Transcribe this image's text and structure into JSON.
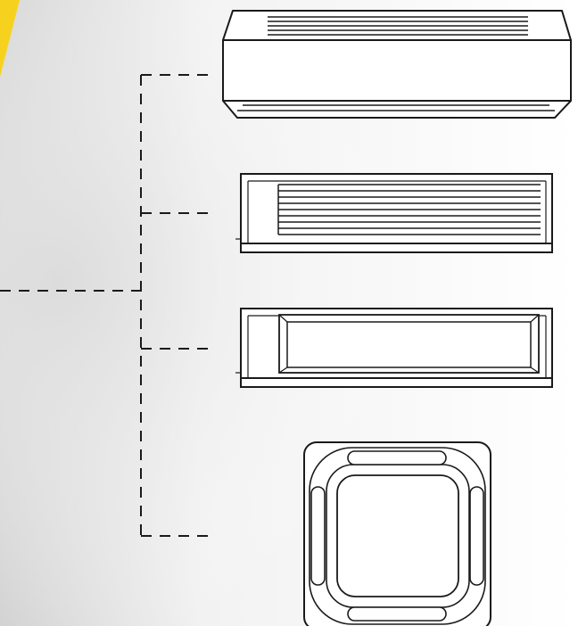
{
  "diagram": {
    "connector_style": "dashed",
    "units": [
      {
        "id": "wall-mounted",
        "icon": "wall-mounted-ac-unit-icon"
      },
      {
        "id": "ducted-slatted",
        "icon": "ducted-ac-unit-slatted-grille-icon"
      },
      {
        "id": "ducted-panel",
        "icon": "ducted-ac-unit-panel-icon"
      },
      {
        "id": "ceiling-cassette",
        "icon": "ceiling-cassette-ac-unit-icon"
      }
    ]
  },
  "colors": {
    "accent": "#f6d21e",
    "line": "#1a1a1a",
    "unit_fill": "#ffffff",
    "background_shadow": "#d9d9d9"
  }
}
